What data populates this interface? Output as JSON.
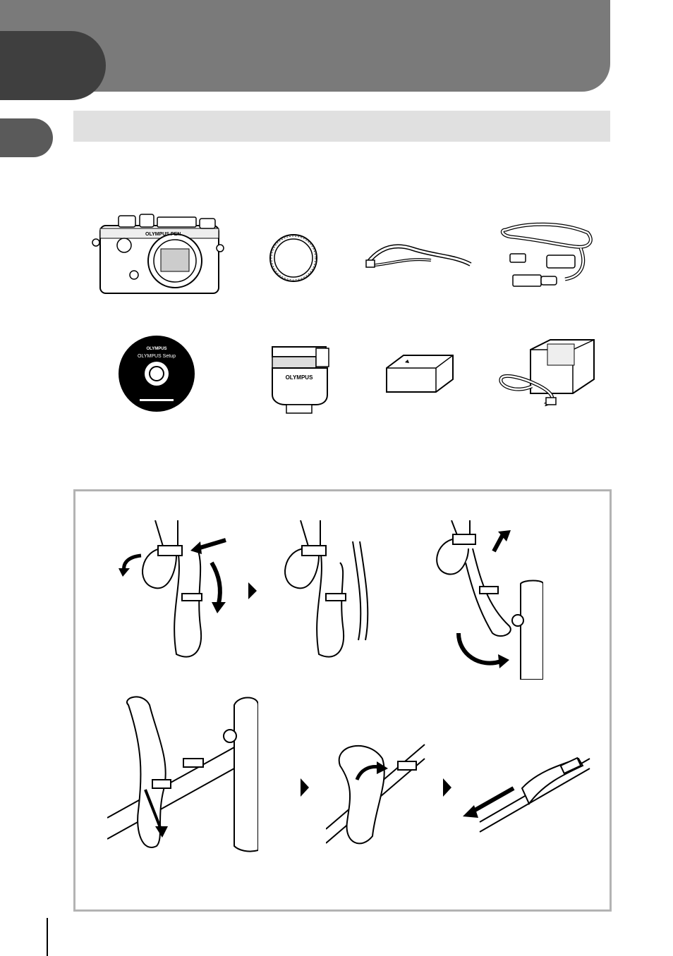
{
  "page": {
    "section_heading": "",
    "colors": {
      "header_band": "#7a7a7a",
      "chapter_tab": "#3f3f3f",
      "side_tab": "#5a5a5a",
      "section_bar": "#e0e0e0",
      "strap_box_border": "#b3b3b3"
    }
  },
  "contents_items": [
    {
      "name": "camera-body-icon"
    },
    {
      "name": "body-cap-icon"
    },
    {
      "name": "shoulder-strap-icon"
    },
    {
      "name": "usb-cable-icon"
    },
    {
      "name": "setup-cd-icon"
    },
    {
      "name": "flash-unit-icon"
    },
    {
      "name": "battery-pack-icon"
    },
    {
      "name": "battery-charger-icon"
    }
  ],
  "labels": {
    "camera_brand": "OLYMPUS PEN",
    "cd_brand": "OLYMPUS",
    "cd_title": "OLYMPUS Setup",
    "flash_brand": "OLYMPUS"
  },
  "strap_steps": [
    {
      "name": "strap-step-1"
    },
    {
      "name": "strap-step-2"
    },
    {
      "name": "strap-step-3"
    },
    {
      "name": "strap-step-4"
    },
    {
      "name": "strap-step-5"
    },
    {
      "name": "strap-step-6"
    }
  ]
}
